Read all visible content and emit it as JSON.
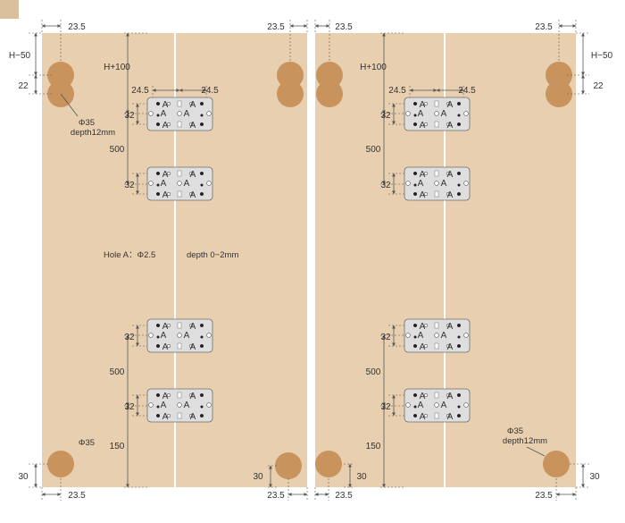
{
  "colors": {
    "board": "#e8cfb0",
    "hole": "#c9935e",
    "plate": "#dedede",
    "plate_border": "#6e6e6e",
    "dimension_line": "#555555",
    "text": "#333333",
    "corner_swatch": "#d9bf9b"
  },
  "icons": {
    "corner_swatch": "swatch-square-icon"
  },
  "labels": {
    "edge_offset": "23.5",
    "top_offset": "H−50",
    "hole_pitch": "22",
    "plate_top_offset": "H+100",
    "plate_half_width": "24.5",
    "plate_height": "32",
    "plate_spacing": "500",
    "bottom_plate_offset": "150",
    "bottom_hole_offset": "30",
    "hole_diameter": "Φ35",
    "hole_depth": "depth12mm",
    "hole_a_spec": "Hole A：Φ2.5",
    "hole_a_depth": "depth 0−2mm",
    "plate_hole_letter": "A"
  }
}
